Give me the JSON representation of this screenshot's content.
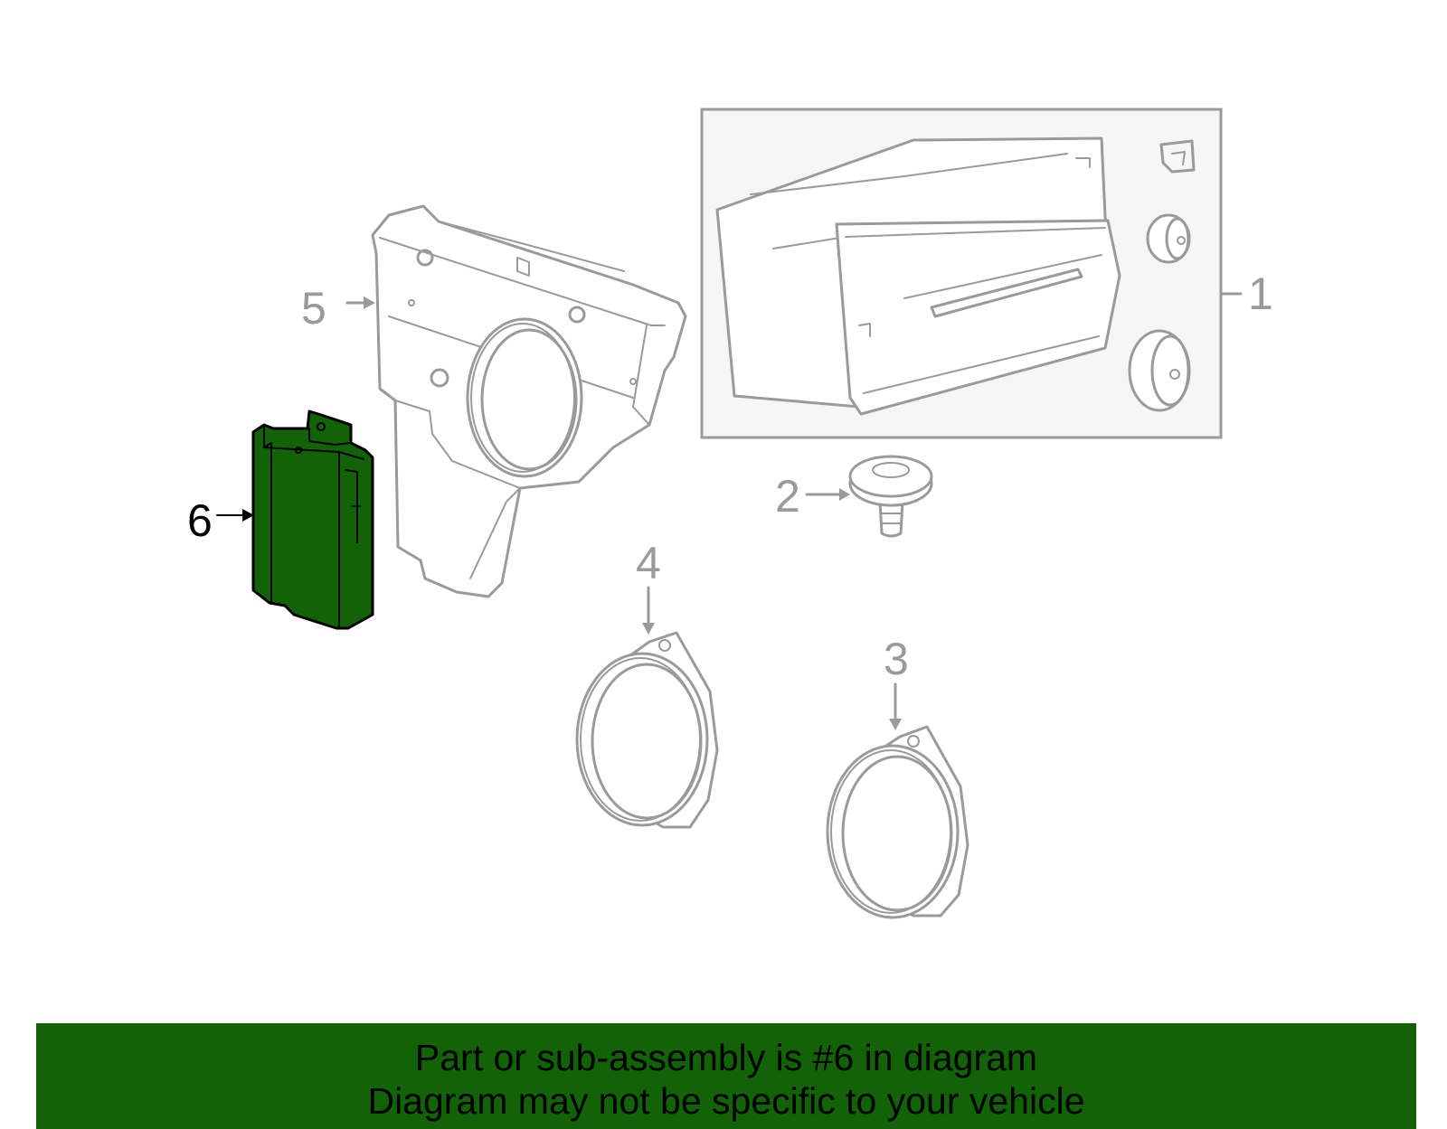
{
  "callouts": {
    "p1": "1",
    "p2": "2",
    "p3": "3",
    "p4": "4",
    "p5": "5",
    "p6": "6"
  },
  "highlight": {
    "part": "6",
    "color": "#126208"
  },
  "banner": {
    "line1": "Part or sub-assembly is #6 in diagram",
    "line2": "Diagram may not be specific to your vehicle",
    "color": "#126208"
  }
}
